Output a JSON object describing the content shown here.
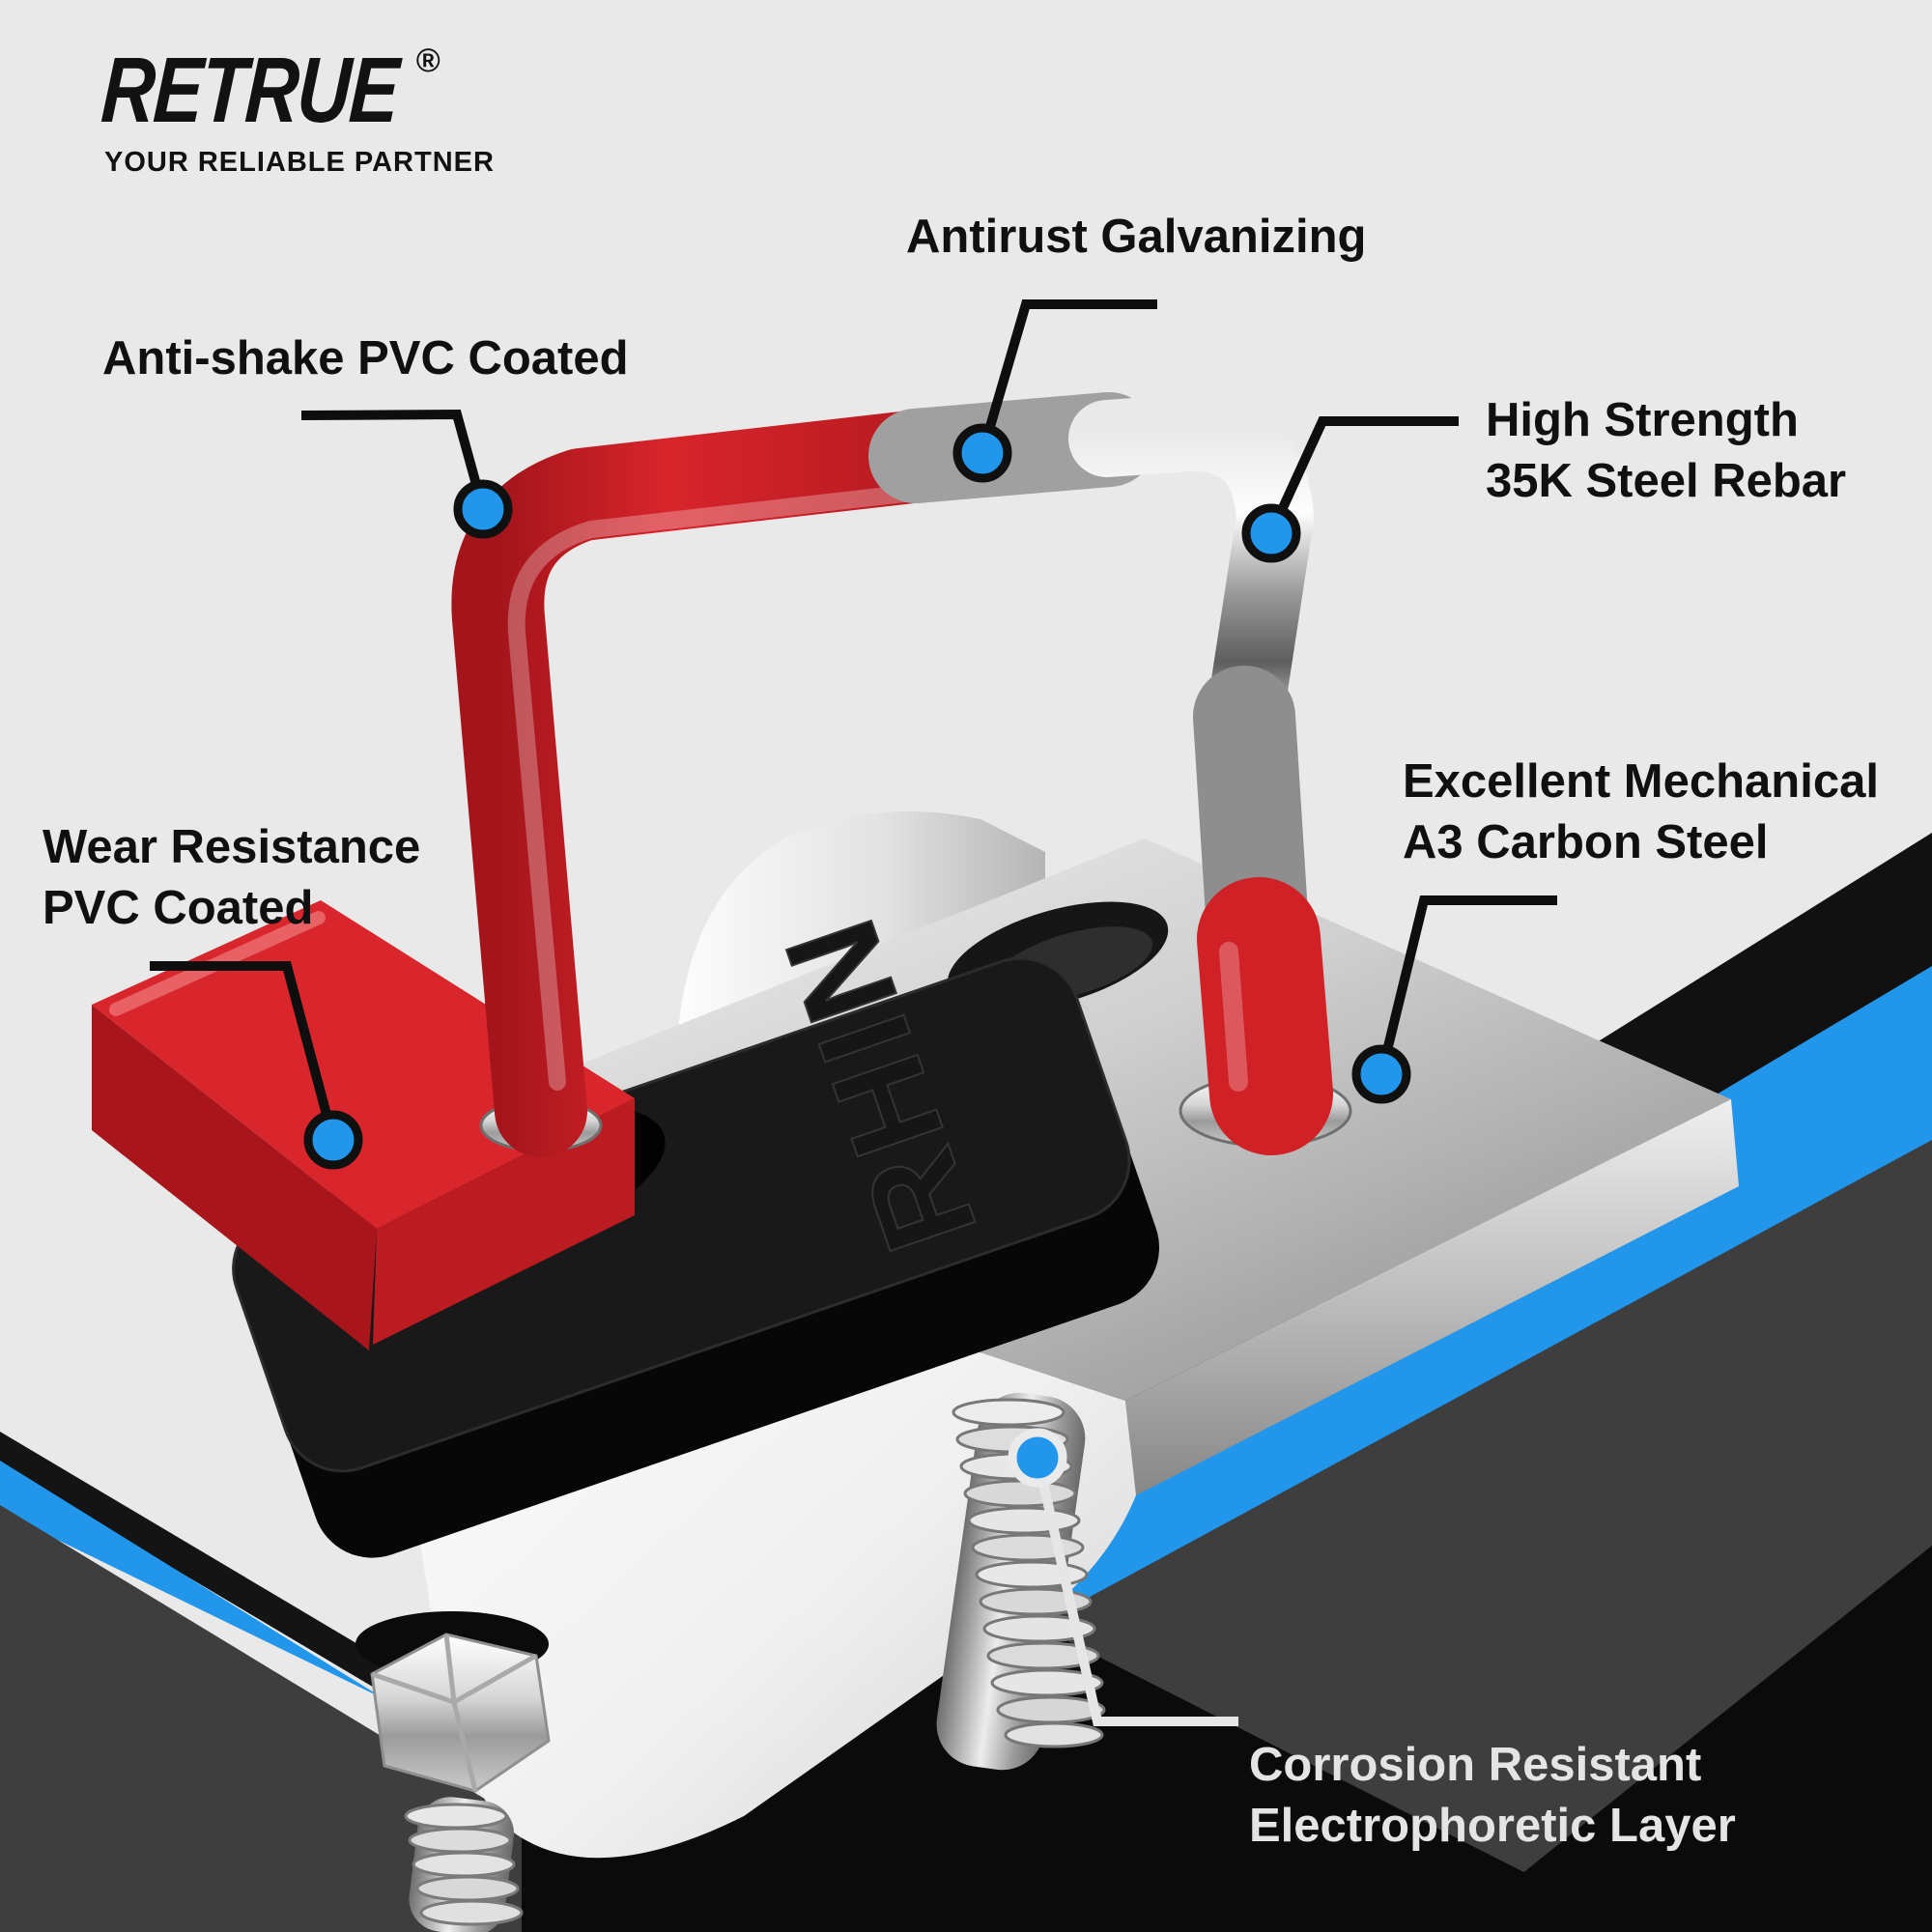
{
  "brand": {
    "name": "RETRUE",
    "registered": "®",
    "tagline": "YOUR RELIABLE PARTNER"
  },
  "callouts": {
    "antirust": {
      "label": "Antirust Galvanizing"
    },
    "antishake": {
      "label": "Anti-shake PVC Coated"
    },
    "high_strength": {
      "line1": "High Strength",
      "line2": "35K Steel Rebar"
    },
    "mechanical": {
      "line1": "Excellent Mechanical",
      "line2": "A3 Carbon Steel"
    },
    "wear": {
      "line1": "Wear Resistance",
      "line2": "PVC Coated"
    },
    "corrosion": {
      "line1": "Corrosion Resistant",
      "line2": "Electrophoretic Layer"
    }
  },
  "product": {
    "embossed_text": "RHIN"
  },
  "colors": {
    "accent_blue": "#2196EB",
    "red": "#D2222A",
    "background_light": "#E9E9E9",
    "background_dark": "#3E3E3E",
    "background_black": "#0D0D0D"
  }
}
